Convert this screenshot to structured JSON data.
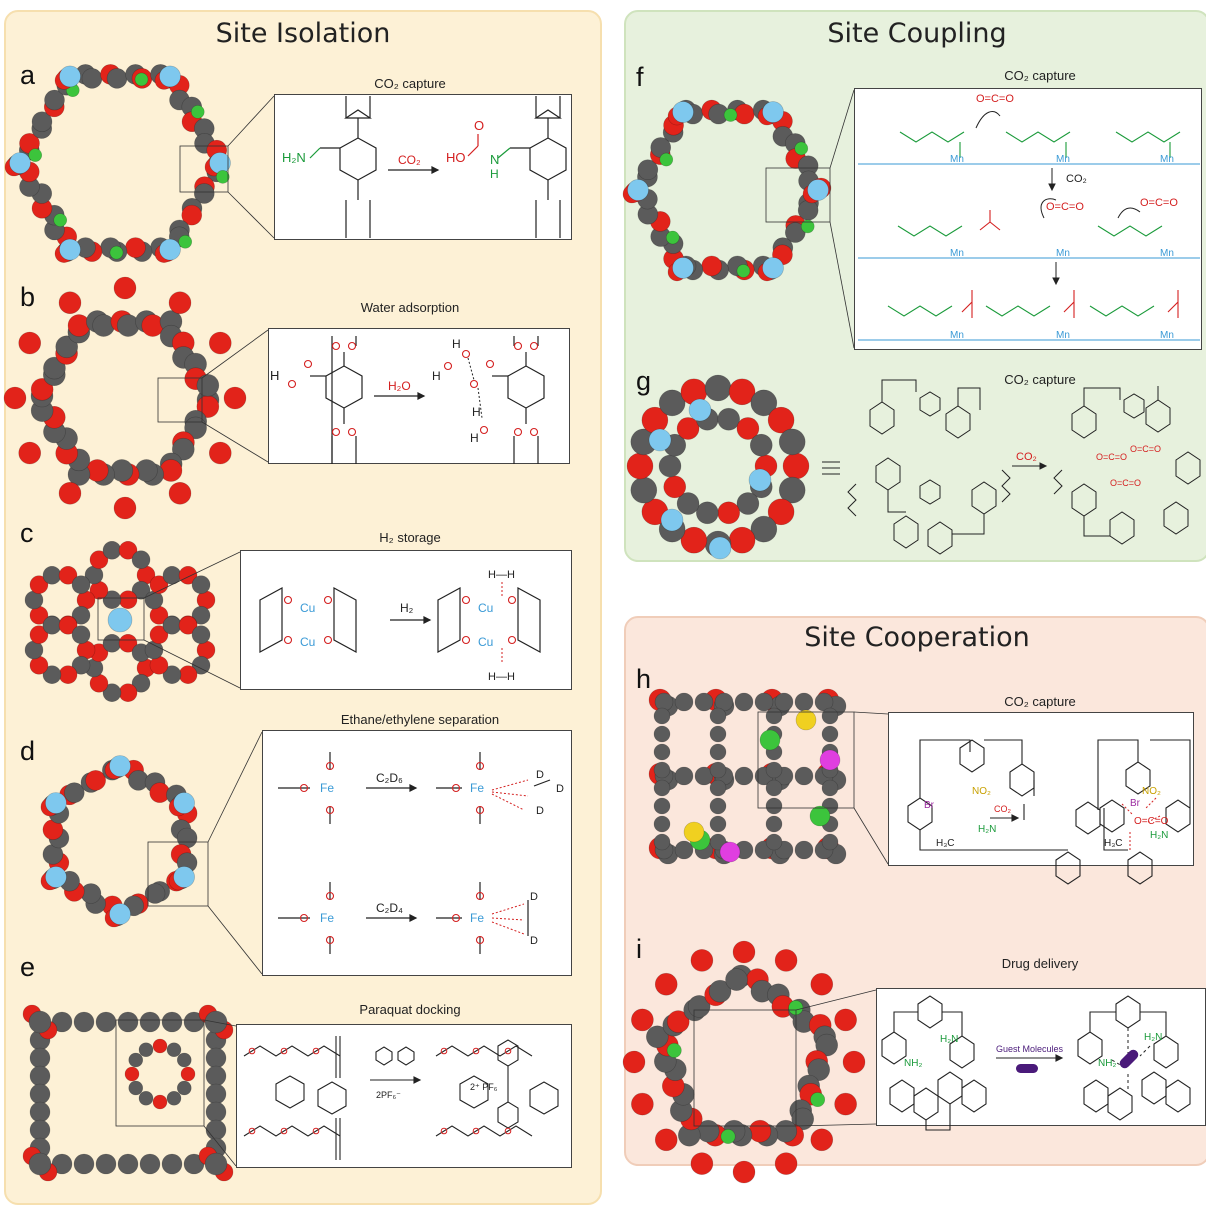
{
  "sections": {
    "isolation": {
      "title": "Site Isolation",
      "color": "#fdf1d6",
      "border": "#f6dfae"
    },
    "coupling": {
      "title": "Site Coupling",
      "color": "#e7f1dd",
      "border": "#cfe3bd"
    },
    "cooperation": {
      "title": "Site Cooperation",
      "color": "#fbe7dc",
      "border": "#f0cdb9"
    }
  },
  "panels": {
    "a": {
      "letter": "a",
      "caption": "CO₂ capture",
      "reagent": "CO₂",
      "left_group": "H₂N",
      "right_group_a": "HO",
      "right_group_n": "N",
      "right_group_h": "H",
      "right_o": "O"
    },
    "b": {
      "letter": "b",
      "caption": "Water adsorption",
      "reagent": "H₂O"
    },
    "c": {
      "letter": "c",
      "caption": "H₂ storage",
      "reagent": "H₂",
      "metal": "Cu",
      "h2": "H—H"
    },
    "d": {
      "letter": "d",
      "caption": "Ethane/ethylene separation",
      "reagent_top": "C₂D₆",
      "reagent_bottom": "C₂D₄",
      "metal": "Fe",
      "deut": "D"
    },
    "e": {
      "letter": "e",
      "caption": "Paraquat docking",
      "counter": "2PF₆⁻",
      "charge": "2⁺ PF₆"
    },
    "f": {
      "letter": "f",
      "caption": "CO₂ capture",
      "reagent": "CO₂",
      "metal": "Mn",
      "co2": "O=C=O"
    },
    "g": {
      "letter": "g",
      "caption": "CO₂ capture",
      "reagent": "CO₂"
    },
    "h": {
      "letter": "h",
      "caption": "CO₂ capture",
      "reagent": "CO₂",
      "br": "Br",
      "no2": "NO₂",
      "nh2": "H₂N",
      "ch3": "H₃C"
    },
    "i": {
      "letter": "i",
      "caption": "Drug delivery",
      "reagent": "Guest Molecules",
      "nh2a": "NH₂",
      "nh2b": "H₂N"
    }
  },
  "colors": {
    "carbon": "#5b5b5b",
    "oxygen": "#e2231a",
    "metal": "#7ec8ee",
    "nitrogen": "#3cc43c",
    "magenta": "#e03ee0",
    "yellow": "#f0d020",
    "green_chem": "#1a9a3a",
    "red_chem": "#d42020",
    "blue_chem": "#3a9ad6",
    "purple": "#4a1a7a"
  }
}
